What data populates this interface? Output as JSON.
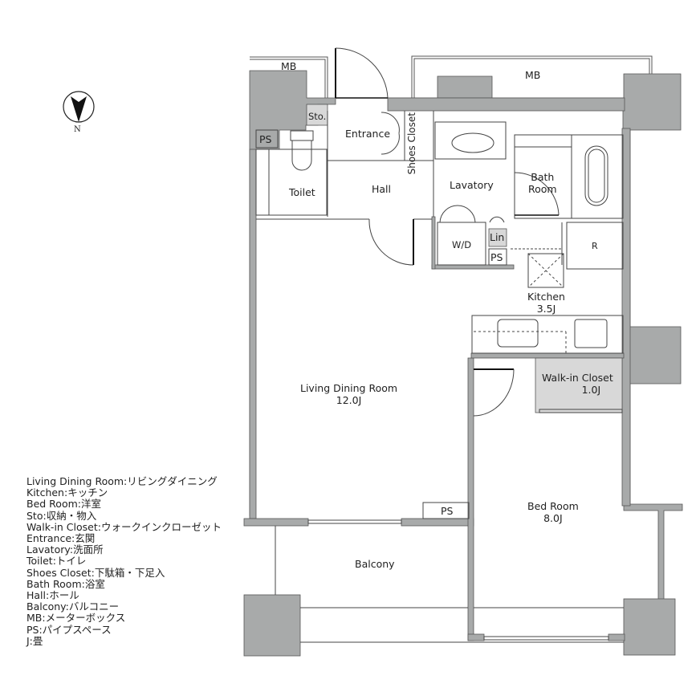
{
  "compass": {
    "label": "N"
  },
  "rooms": {
    "mb_left": {
      "label": "MB"
    },
    "mb_right": {
      "label": "MB"
    },
    "sto": {
      "label": "Sto."
    },
    "entrance": {
      "label": "Entrance"
    },
    "shoes_closet": {
      "label": "Shoes Closet"
    },
    "ps_toilet": {
      "label": "PS"
    },
    "toilet": {
      "label": "Toilet"
    },
    "hall": {
      "label": "Hall"
    },
    "lavatory": {
      "label": "Lavatory"
    },
    "bath_room": {
      "line1": "Bath",
      "line2": "Room"
    },
    "wd": {
      "label": "W/D"
    },
    "lin": {
      "label": "Lin"
    },
    "ps_lav": {
      "label": "PS"
    },
    "fridge": {
      "label": "R"
    },
    "kitchen": {
      "name": "Kitchen",
      "size": "3.5J"
    },
    "walk_in_closet": {
      "name": "Walk-in Closet",
      "size": "1.0J"
    },
    "living_dining": {
      "name": "Living Dining Room",
      "size": "12.0J"
    },
    "ps_living": {
      "label": "PS"
    },
    "bed_room": {
      "name": "Bed Room",
      "size": "8.0J"
    },
    "balcony": {
      "label": "Balcony"
    }
  },
  "legend": [
    "Living Dining Room:リビングダイニング",
    "Kitchen:キッチン",
    "Bed Room:洋室",
    "Sto:収納・物入",
    "Walk-in Closet:ウォークインクローゼット",
    "Entrance:玄関",
    "Lavatory:洗面所",
    "Toilet:トイレ",
    "Shoes Closet:下駄箱・下足入",
    "Bath Room:浴室",
    "Hall:ホール",
    "Balcony:バルコニー",
    "MB:メーターボックス",
    "PS:パイプスペース",
    "J:畳"
  ],
  "colors": {
    "wall": "#a8aaaa",
    "storage_fill": "#d8d8d8",
    "line": "#333333"
  }
}
